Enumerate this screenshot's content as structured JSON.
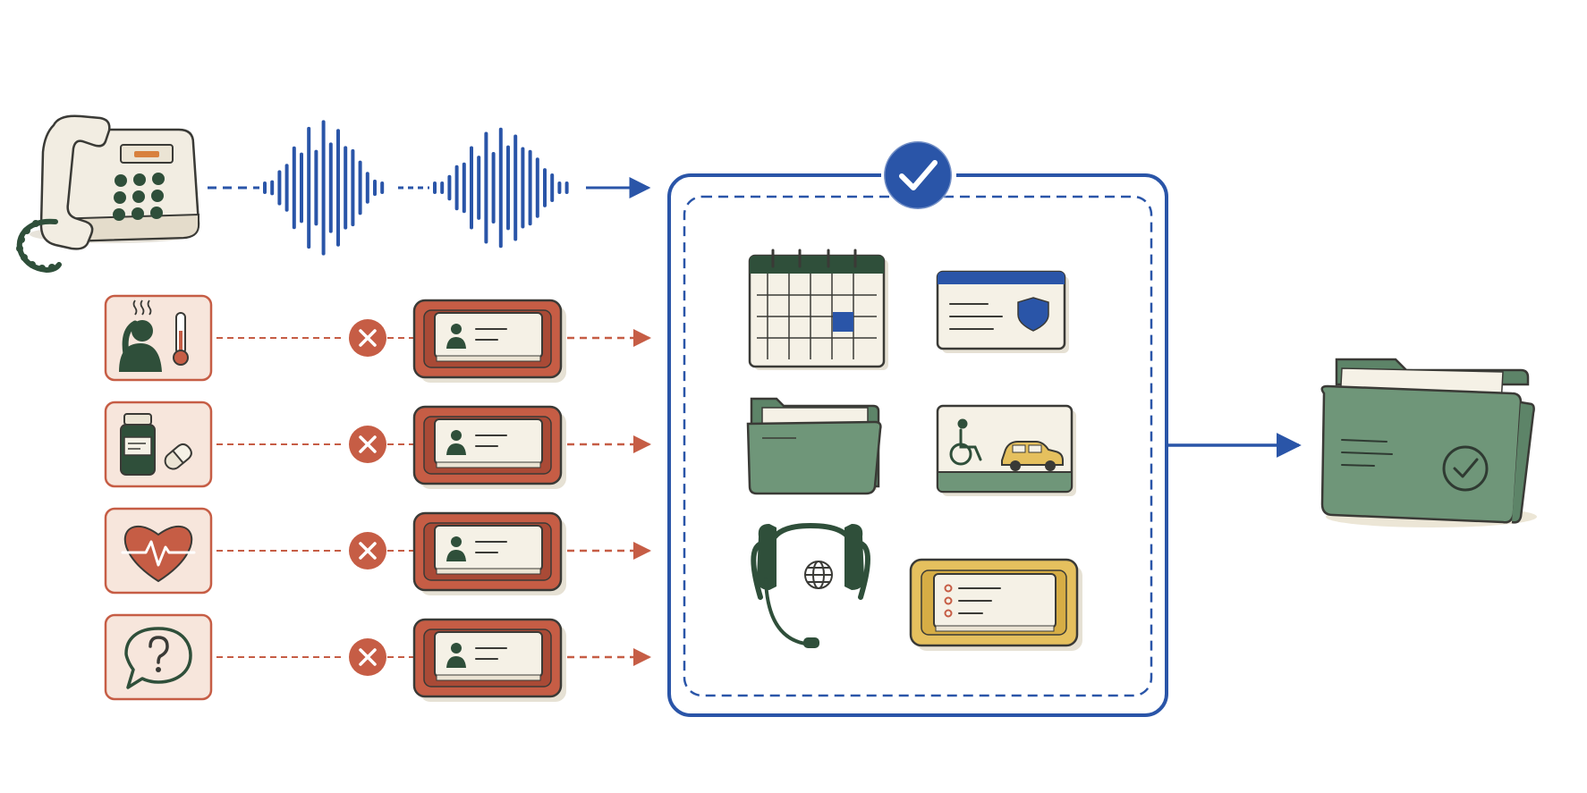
{
  "diagram": {
    "type": "call-routing-flow",
    "inputs": {
      "phone": {
        "icon": "desk-phone-icon"
      },
      "audio": {
        "icon": "audio-waveform-icon"
      },
      "excluded_topics": [
        {
          "icon": "fever-symptom-icon",
          "status": "rejected",
          "status_icon": "x-circle-icon",
          "tray_icon": "red-id-card-tray-icon"
        },
        {
          "icon": "medication-icon",
          "status": "rejected",
          "status_icon": "x-circle-icon",
          "tray_icon": "red-id-card-tray-icon"
        },
        {
          "icon": "heart-rate-icon",
          "status": "rejected",
          "status_icon": "x-circle-icon",
          "tray_icon": "red-id-card-tray-icon"
        },
        {
          "icon": "question-bubble-icon",
          "status": "rejected",
          "status_icon": "x-circle-icon",
          "tray_icon": "red-id-card-tray-icon"
        }
      ]
    },
    "approved_scope": {
      "badge_icon": "check-circle-icon",
      "items": [
        {
          "icon": "calendar-icon"
        },
        {
          "icon": "insurance-card-icon"
        },
        {
          "icon": "records-folder-icon"
        },
        {
          "icon": "accessible-transport-icon"
        },
        {
          "icon": "language-support-headset-icon"
        },
        {
          "icon": "yellow-document-tray-icon"
        }
      ]
    },
    "output": {
      "icon": "completed-folder-icon",
      "status_icon": "check-circle-icon"
    },
    "colors": {
      "blue": "#2a55a8",
      "red": "#c65d45",
      "red_fill": "#f7e6dc",
      "green": "#2f4f3a",
      "folder_green": "#6f9679",
      "yellow": "#e5c05e",
      "cream": "#f5f1e6",
      "outline": "#3a3a36"
    }
  }
}
